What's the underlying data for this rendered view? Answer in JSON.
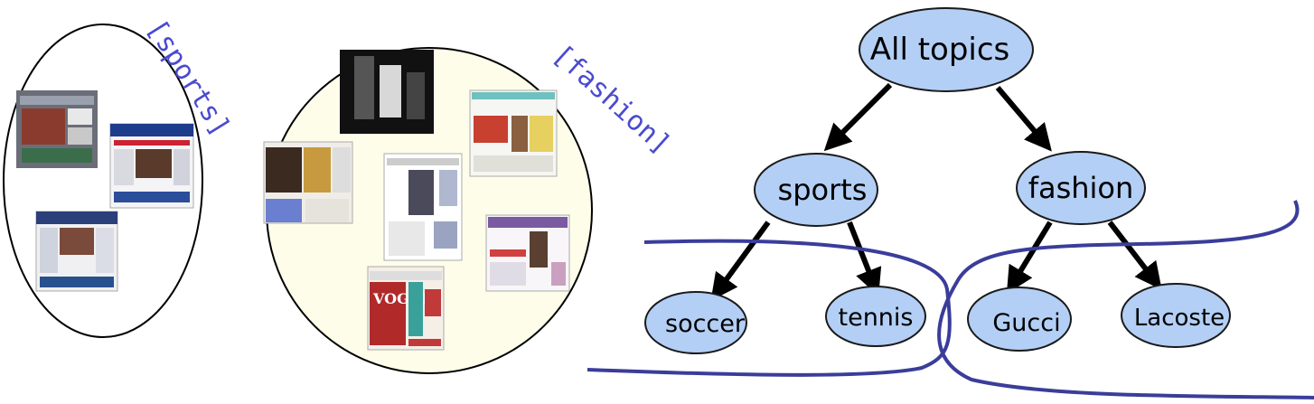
{
  "colors": {
    "node_fill": "#b3cff5",
    "node_stroke": "#1a1a1a",
    "arrow": "#000000",
    "boundary": "#3a3d9a",
    "label": "#4a4ad0",
    "fashion_bg": "#fdfdea",
    "sports_bg": "#ffffff"
  },
  "clusters": {
    "sports": {
      "label": "[sports]"
    },
    "fashion": {
      "label": "[fashion]"
    }
  },
  "tree": {
    "root": "All topics",
    "left": "sports",
    "right": "fashion",
    "left_children": [
      "soccer",
      "tennis"
    ],
    "right_children": [
      "Gucci",
      "Lacoste"
    ]
  }
}
